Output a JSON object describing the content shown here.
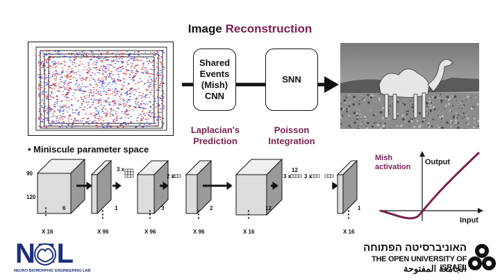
{
  "title": {
    "prefix": "Image",
    "accent": "Reconstruction"
  },
  "flow": {
    "cnn_box": "Shared Events (Mish) CNN",
    "snn_box": "SNN",
    "cnn_caption": "Laplacian's Prediction",
    "snn_caption": "Poisson Integration"
  },
  "bullet": "Miniscule parameter space",
  "network": {
    "input_h": "90",
    "input_w": "120",
    "depths": [
      "6",
      "1",
      "3",
      "2",
      "12",
      "1"
    ],
    "counts": [
      "X 16",
      "X 96",
      "X 96",
      "X 96",
      "X 16",
      "X 16"
    ],
    "kernels": [
      "3 x",
      "2 x",
      "3 x",
      "3 x"
    ],
    "kernel_top": "12"
  },
  "mish": {
    "title": "Mish activation",
    "ylabel": "Output",
    "xlabel": "Input",
    "color": "#7a1f4f"
  },
  "logos": {
    "lab_main": "NEL",
    "lab_sub": "NEURO-BIOMORPHIC ENGINEERING LAB",
    "univ_hebrew": "האוניברסיטה הפתוחה",
    "univ_english": "THE OPEN UNIVERSITY OF ISRAEL",
    "univ_arabic": "الجامعة المفتوحة"
  },
  "colors": {
    "accent": "#7a1f4f",
    "events_red": "#d42828",
    "events_blue": "#2a3fd6"
  }
}
